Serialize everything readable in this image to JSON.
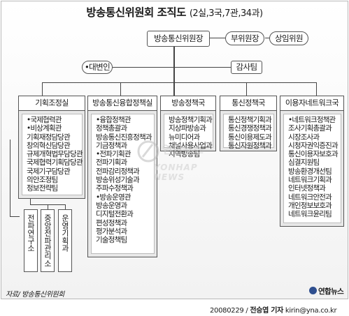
{
  "title": {
    "main": "방송통신위원회 조직도",
    "sub": "(2실,3국,7관,34과)"
  },
  "top": {
    "chairman": "방송통신위원장",
    "vice_chair": "부위원장",
    "standing_member": "상임위원",
    "spokesperson": "•대변인",
    "audit": "감사팀"
  },
  "departments": [
    {
      "name": "기획조정실",
      "items": [
        "•국제협력관",
        "•비상계획관",
        "기획재정담당관",
        "창의혁신담당관",
        "규제개혁법무담당관",
        "국제협력기획담당관",
        "국제기구담당관",
        "의안조정팀",
        "정보전략팀"
      ]
    },
    {
      "name": "방송통신융합정책실",
      "items": [
        "•융합정책관",
        "정책총괄과",
        "방송통신진흥정책과",
        "기금정책과",
        "•전파기획관",
        "전파기획과",
        "전파감리정책과",
        "방송위성기술과",
        "주파수정책과",
        "•방송운영관",
        "방송운영과",
        "디지털전환과",
        "편성정책과",
        "평가분석과",
        "기술정책팀"
      ]
    },
    {
      "name": "방송정책국",
      "items": [
        "방송정책기획과",
        "지상파방송과",
        "뉴미디어과",
        "채널사용사업과",
        "지역방송팀"
      ]
    },
    {
      "name": "통신정책국",
      "items": [
        "통신정책기획과",
        "통신경쟁정책과",
        "통신이용제도과",
        "통신자원정책과"
      ]
    },
    {
      "name": "이용자네트워크국",
      "items": [
        "•네트워크정책관",
        "조사기획총괄과",
        "시장조사과",
        "시청자권익증진과",
        "통신이용자보호과",
        "심결지원팀",
        "방송환경개선팀",
        "네트워크기획과",
        "인터넷정책과",
        "네트워크안전과",
        "개인정보보호과",
        "네트워크윤리팀"
      ]
    }
  ],
  "affiliates": [
    "전파연구소",
    "중앙전파관리소",
    "운영기획과"
  ],
  "watermark": {
    "agency_kr": "연합뉴스",
    "agency_en": "YONHAP NEWS"
  },
  "source": "자료/ 방송통신위원회",
  "logo": "연합뉴스",
  "credit": {
    "date": "20080229",
    "author": "전승엽 기자",
    "email": "kirin@yna.co.kr"
  }
}
